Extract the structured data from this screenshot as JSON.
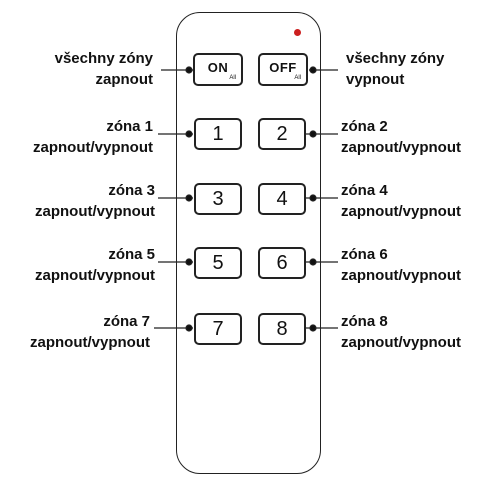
{
  "all": {
    "on_label": "ON",
    "off_label": "OFF",
    "sub_label": "All",
    "on_desc_1": "všechny zóny",
    "on_desc_2": "zapnout",
    "off_desc_1": "všechny zóny",
    "off_desc_2": "vypnout"
  },
  "zones": [
    {
      "button": "1",
      "label_1": "zóna 1",
      "label_2": "zapnout/vypnout"
    },
    {
      "button": "2",
      "label_1": "zóna 2",
      "label_2": "zapnout/vypnout"
    },
    {
      "button": "3",
      "label_1": "zóna 3",
      "label_2": "zapnout/vypnout"
    },
    {
      "button": "4",
      "label_1": "zóna 4",
      "label_2": "zapnout/vypnout"
    },
    {
      "button": "5",
      "label_1": "zóna 5",
      "label_2": "zapnout/vypnout"
    },
    {
      "button": "6",
      "label_1": "zóna 6",
      "label_2": "zapnout/vypnout"
    },
    {
      "button": "7",
      "label_1": "zóna 7",
      "label_2": "zapnout/vypnout"
    },
    {
      "button": "8",
      "label_1": "zóna 8",
      "label_2": "zapnout/vypnout"
    }
  ],
  "colors": {
    "led": "#cc1f1f",
    "ink": "#222222"
  }
}
